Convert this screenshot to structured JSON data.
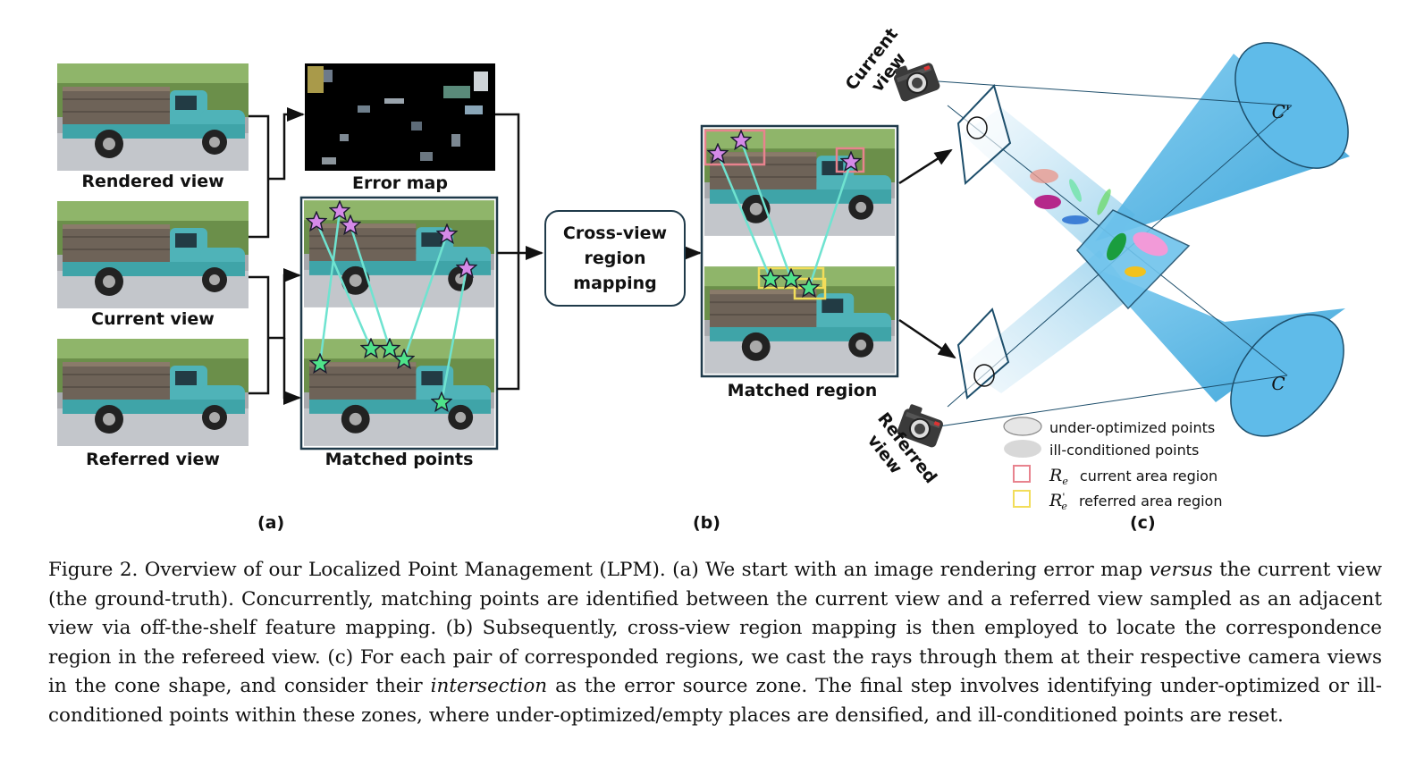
{
  "panel_a": {
    "rendered_label": "Rendered view",
    "current_label": "Current view",
    "referred_label": "Referred view",
    "error_label": "Error map",
    "matched_points_label": "Matched points",
    "tag": "(a)"
  },
  "panel_b": {
    "cross_view_line1": "Cross-view",
    "cross_view_line2": "region",
    "cross_view_line3": "mapping",
    "matched_region_label": "Matched region",
    "tag": "(b)"
  },
  "panel_c": {
    "current_view_line1": "Current",
    "current_view_line2": "view",
    "referred_view_line1": "Referred",
    "referred_view_line2": "view",
    "cone_label_top": "C'",
    "cone_label_bottom": "C",
    "tag": "(c)",
    "legend": {
      "under_optimized": "under-optimized points",
      "ill_conditioned": "ill-conditioned points",
      "re_symbol": "R",
      "re_sub": "e",
      "re_current": "current area region",
      "re_prime": "'",
      "re_referred": "referred area region"
    }
  },
  "colors": {
    "current_region": "#e8838e",
    "referred_region": "#f2dd5a",
    "match_line": "#6fe3d0",
    "cone": "#3aa7dc"
  },
  "caption": {
    "part1": "Figure 2. Overview of our Localized Point Management (LPM). (a) We start with an image rendering error map ",
    "versus": "versus",
    "part2": " the current view (the ground-truth). Concurrently, matching points are identified between the current view and a referred view sampled as an adjacent view via off-the-shelf feature mapping. (b) Subsequently, cross-view region mapping is then employed to locate the correspondence region in the refereed view. (c) For each pair of corresponded regions, we cast the rays through them at their respective camera views in the cone shape, and consider their ",
    "intersection": "intersection",
    "part3": " as the error source zone. The final step involves identifying under-optimized or ill-conditioned points within these zones, where under-optimized/empty places are densified, and ill-conditioned points are reset."
  }
}
